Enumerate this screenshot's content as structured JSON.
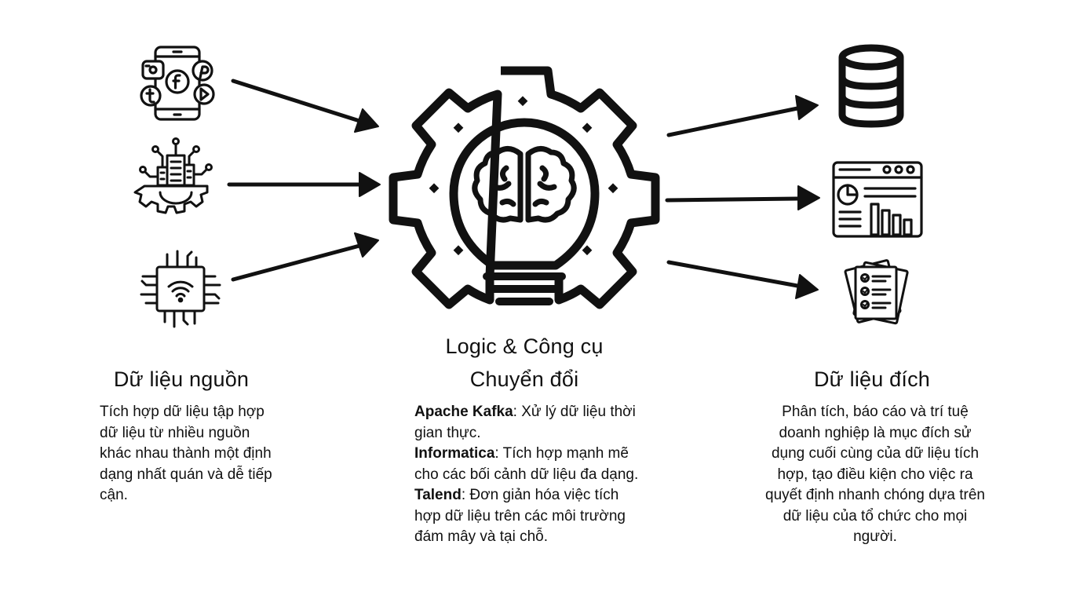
{
  "source": {
    "title": "Dữ liệu nguồn",
    "description": "Tích hợp dữ liệu tập hợp dữ liệu từ nhiều nguồn khác nhau thành một định dạng nhất quán và dễ tiếp cận.",
    "icons": [
      "social-media-phone-icon",
      "smart-city-gear-icon",
      "iot-chip-icon"
    ]
  },
  "process": {
    "title_line1": "Logic & Công cụ",
    "title_line2": "Chuyển đổi",
    "icon": "lightbulb-brain-gear-icon",
    "tools": [
      {
        "name": "Apache Kafka",
        "desc": ": Xử lý dữ liệu thời gian thực."
      },
      {
        "name": "Informatica",
        "desc": ": Tích hợp mạnh mẽ cho các bối cảnh dữ liệu đa dạng."
      },
      {
        "name": "Talend",
        "desc": ": Đơn giản hóa việc tích hợp dữ liệu trên các môi trường đám mây và tại chỗ."
      }
    ]
  },
  "destination": {
    "title": "Dữ liệu đích",
    "description": "Phân tích, báo cáo và trí tuệ doanh nghiệp là mục đích sử dụng cuối cùng của dữ liệu tích hợp, tạo điều kiện cho việc ra quyết định nhanh chóng dựa trên dữ liệu của tổ chức cho mọi người.",
    "icons": [
      "database-icon",
      "dashboard-report-icon",
      "checklist-documents-icon"
    ]
  },
  "colors": {
    "ink": "#111111",
    "background": "#ffffff"
  }
}
